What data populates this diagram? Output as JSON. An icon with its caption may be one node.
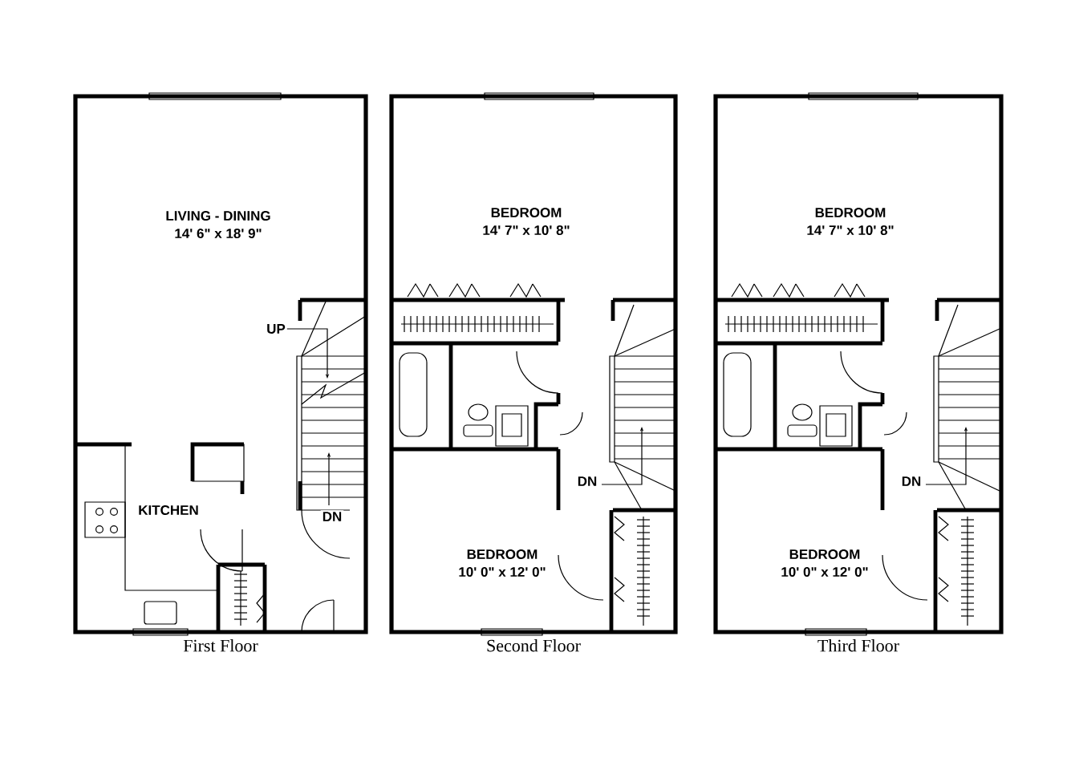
{
  "diagram": {
    "nodes": [
      {
        "text": [
          "First Floor"
        ]
      },
      {
        "text": [
          "LIVING - DINING",
          "14' 6\" x 18' 9\""
        ],
        "in": 0
      },
      {
        "text": [
          "KITCHEN"
        ],
        "in": 0
      },
      {
        "text": [
          "Second Floor"
        ]
      },
      {
        "text": [
          "BEDROOM",
          "14' 7\" x 10' 8\""
        ],
        "in": 3
      },
      {
        "text": [
          "BEDROOM",
          "10' 0\" x 12' 0\""
        ],
        "in": 3
      },
      {
        "text": [
          "Third Floor"
        ]
      },
      {
        "text": [
          "BEDROOM",
          "14' 7\" x 10' 8\""
        ],
        "in": 6
      },
      {
        "text": [
          "BEDROOM",
          "10' 0\" x 12' 0\""
        ],
        "in": 6
      }
    ],
    "labels": [
      "UP",
      "DN",
      "DN",
      "DN"
    ]
  }
}
